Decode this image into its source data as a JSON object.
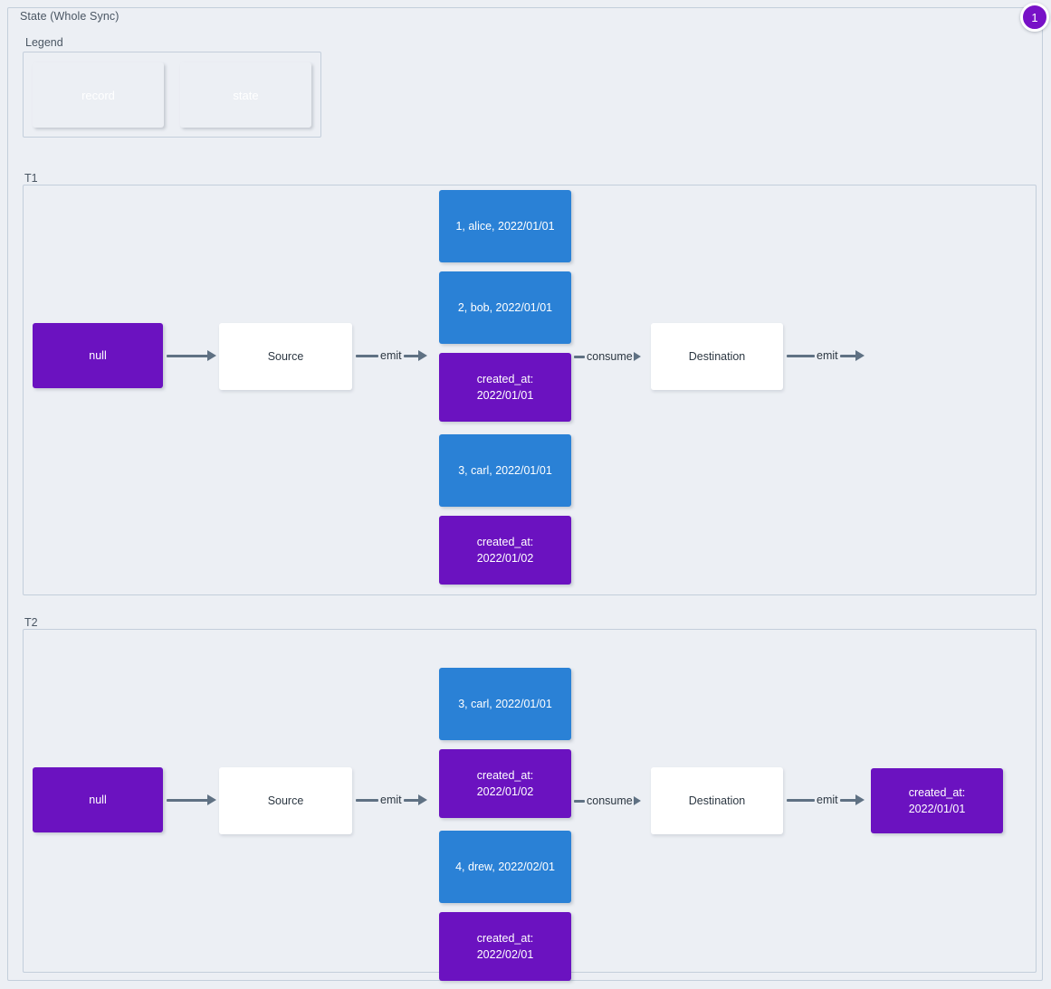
{
  "diagram": {
    "title": "State (Whole Sync)",
    "badge": "1",
    "colors": {
      "record": "#2a81d6",
      "state": "#6b12c0",
      "plain": "#ffffff",
      "edge": "#5f7183",
      "background": "#eceff4",
      "border": "#c3cedb",
      "badge": "#7811c7"
    }
  },
  "legend": {
    "title": "Legend",
    "items": [
      {
        "label": "record",
        "kind": "record"
      },
      {
        "label": "state",
        "kind": "state"
      }
    ]
  },
  "groups": [
    {
      "title": "T1",
      "initial_state": "null",
      "source": "Source",
      "destination": "Destination",
      "edges": {
        "state_to_source": "",
        "source_emit": "emit",
        "consume": "consume",
        "destination_emit": "emit"
      },
      "stream": [
        {
          "kind": "record",
          "label": "1, alice, 2022/01/01"
        },
        {
          "kind": "record",
          "label": "2, bob, 2022/01/01"
        },
        {
          "kind": "state",
          "line1": "created_at:",
          "line2": "2022/01/01"
        },
        {
          "kind": "record",
          "label": "3, carl, 2022/01/01"
        },
        {
          "kind": "state",
          "line1": "created_at:",
          "line2": "2022/01/02"
        }
      ],
      "final_state": null
    },
    {
      "title": "T2",
      "initial_state": "null",
      "source": "Source",
      "destination": "Destination",
      "edges": {
        "state_to_source": "",
        "source_emit": "emit",
        "consume": "consume",
        "destination_emit": "emit"
      },
      "stream": [
        {
          "kind": "record",
          "label": "3, carl, 2022/01/01"
        },
        {
          "kind": "state",
          "line1": "created_at:",
          "line2": "2022/01/02"
        },
        {
          "kind": "record",
          "label": "4, drew, 2022/02/01"
        },
        {
          "kind": "state",
          "line1": "created_at:",
          "line2": "2022/02/01"
        }
      ],
      "final_state": {
        "kind": "state",
        "line1": "created_at:",
        "line2": "2022/01/01"
      }
    }
  ]
}
